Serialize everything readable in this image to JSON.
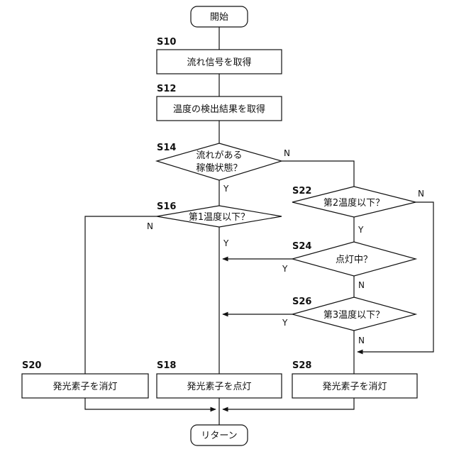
{
  "start": "開始",
  "end": "リターン",
  "steps": {
    "s10": {
      "id": "S10",
      "text": "流れ信号を取得"
    },
    "s12": {
      "id": "S12",
      "text": "温度の検出結果を取得"
    },
    "s14": {
      "id": "S14",
      "line1": "流れがある",
      "line2": "稼働状態？"
    },
    "s16": {
      "id": "S16",
      "text": "第1温度以下？"
    },
    "s18": {
      "id": "S18",
      "text": "発光素子を点灯"
    },
    "s20": {
      "id": "S20",
      "text": "発光素子を消灯"
    },
    "s22": {
      "id": "S22",
      "text": "第2温度以下？"
    },
    "s24": {
      "id": "S24",
      "text": "点灯中？"
    },
    "s26": {
      "id": "S26",
      "text": "第3温度以下？"
    },
    "s28": {
      "id": "S28",
      "text": "発光素子を消灯"
    }
  },
  "branch_labels": {
    "s14_yes": "Y",
    "s14_no": "N",
    "s16_yes": "Y",
    "s16_no": "N",
    "s22_yes": "Y",
    "s22_no": "N",
    "s24_yes": "Y",
    "s24_no": "N",
    "s26_yes": "Y",
    "s26_no": "N"
  }
}
